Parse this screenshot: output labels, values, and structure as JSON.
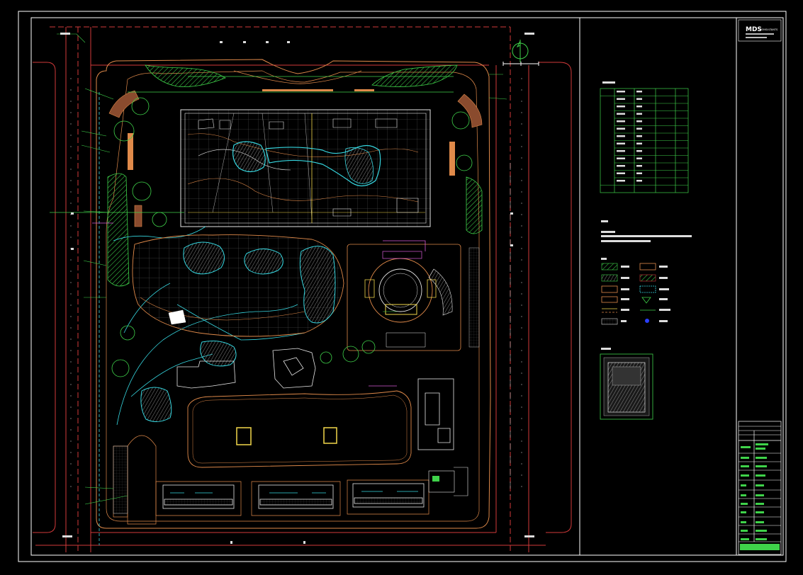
{
  "drawing": {
    "title": "",
    "logo_text": "MDS",
    "logo_sub": "CONSULTANTS"
  },
  "legend_table": {
    "header": [
      "",
      "",
      "",
      ""
    ],
    "group_labels": [
      "",
      "",
      ""
    ],
    "rows": 14
  },
  "notes": {
    "heading": "",
    "lines": [
      "",
      "",
      ""
    ]
  },
  "legend_items": {
    "heading": ""
  },
  "title_block": {
    "company": "",
    "fields": []
  },
  "colors": {
    "background": "#000000",
    "frame": "#ffffff",
    "road_red": "#d23a3a",
    "curb_orange": "#e08a4a",
    "green_hatch": "#3fd24a",
    "building_white": "#e6e6e6",
    "water_blue": "#5aa9ff",
    "cyan": "#36d7e0",
    "yellow": "#f2d84a",
    "magenta": "#d75ad7",
    "grid_gray": "#6a6a6a",
    "title_green": "#3fd24a",
    "brown": "#8a4b2e"
  }
}
